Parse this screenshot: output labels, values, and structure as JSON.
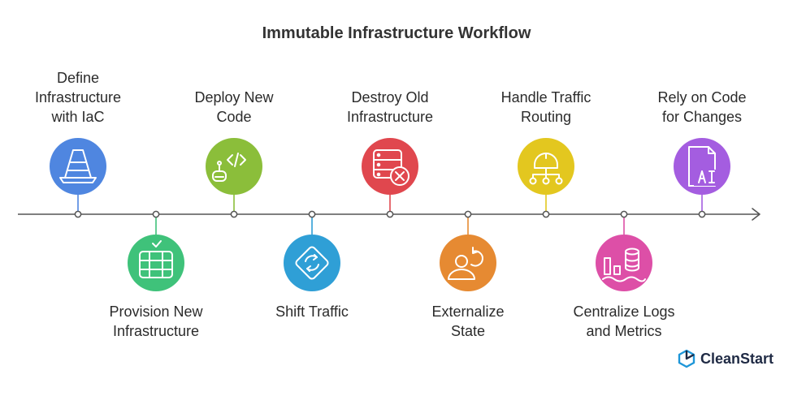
{
  "title": "Immutable Infrastructure Workflow",
  "steps": [
    {
      "lines": [
        "Define",
        "Infrastructure",
        "with IaC"
      ],
      "color": "#4f86e0",
      "icon": "traffic-cone-icon"
    },
    {
      "lines": [
        "Provision New",
        "Infrastructure"
      ],
      "color": "#3fc27a",
      "icon": "server-rack-icon"
    },
    {
      "lines": [
        "Deploy New",
        "Code"
      ],
      "color": "#8bbe3a",
      "icon": "code-robot-icon"
    },
    {
      "lines": [
        "Shift Traffic"
      ],
      "color": "#2f9fd6",
      "icon": "refresh-diamond-icon"
    },
    {
      "lines": [
        "Destroy Old",
        "Infrastructure"
      ],
      "color": "#e0474e",
      "icon": "server-remove-icon"
    },
    {
      "lines": [
        "Externalize",
        "State"
      ],
      "color": "#e68a32",
      "icon": "person-cycle-icon"
    },
    {
      "lines": [
        "Handle Traffic",
        "Routing"
      ],
      "color": "#e3c71f",
      "icon": "routing-network-icon"
    },
    {
      "lines": [
        "Centralize Logs",
        "and Metrics"
      ],
      "color": "#dd4fa7",
      "icon": "chart-database-icon"
    },
    {
      "lines": [
        "Rely on Code",
        "for Changes"
      ],
      "color": "#a45de0",
      "icon": "ai-document-icon"
    }
  ],
  "brand": {
    "name": "CleanStart",
    "color": "#1e96d8"
  }
}
